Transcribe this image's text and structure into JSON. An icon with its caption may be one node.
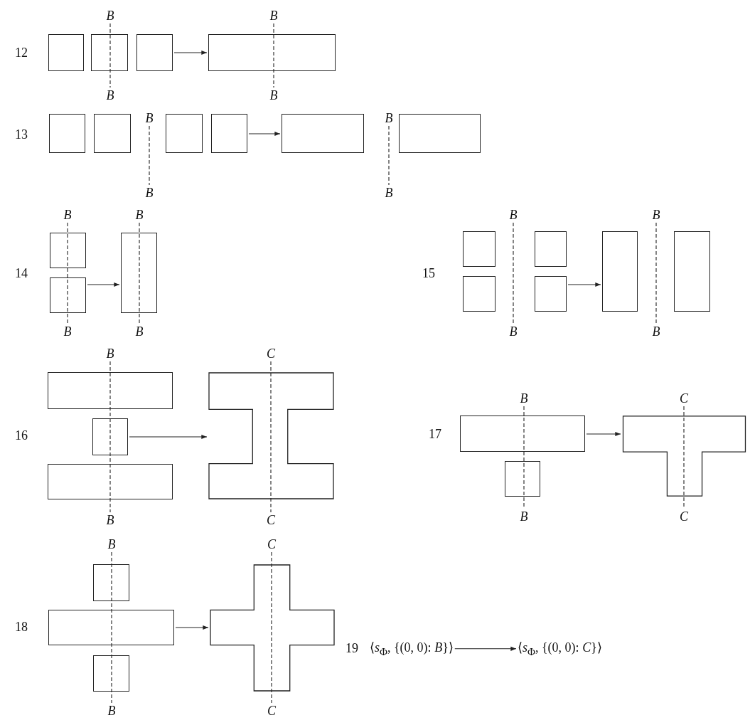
{
  "diagram": {
    "nodes": [
      {
        "text": [],
        "shape": "box"
      },
      {
        "text": [],
        "shape": "box"
      },
      {
        "text": [],
        "shape": "box"
      },
      {
        "text": [],
        "shape": "box"
      },
      {
        "text": [],
        "shape": "box"
      },
      {
        "text": [],
        "shape": "box"
      },
      {
        "text": [],
        "shape": "box"
      },
      {
        "text": [],
        "shape": "box"
      },
      {
        "text": [],
        "shape": "box"
      },
      {
        "text": [],
        "shape": "box"
      },
      {
        "text": [],
        "shape": "box"
      },
      {
        "text": [],
        "shape": "box"
      },
      {
        "text": [],
        "shape": "box"
      },
      {
        "text": [],
        "shape": "box"
      },
      {
        "text": [],
        "shape": "box"
      },
      {
        "text": [],
        "shape": "box"
      },
      {
        "text": [],
        "shape": "box"
      },
      {
        "text": [],
        "shape": "box"
      },
      {
        "text": [],
        "shape": "box"
      },
      {
        "text": [],
        "shape": "box"
      },
      {
        "text": [],
        "shape": "box"
      },
      {
        "text": [],
        "shape": "box"
      },
      {
        "text": [],
        "shape": "polygon"
      },
      {
        "text": [],
        "shape": "box"
      },
      {
        "text": [],
        "shape": "box"
      },
      {
        "text": [],
        "shape": "polygon"
      },
      {
        "text": [],
        "shape": "box"
      },
      {
        "text": [],
        "shape": "box"
      },
      {
        "text": [],
        "shape": "box"
      },
      {
        "text": [],
        "shape": "cross"
      },
      {
        "text": [
          "⟨*s*$_{Φ}$, {(0, 0): *B*}⟩"
        ]
      },
      {
        "text": [
          "⟨*s*$_{Φ}$, {(0, 0): *C*}⟩"
        ]
      }
    ],
    "edges": [
      {
        "from": 2,
        "to": 3,
        "arrow": "to"
      },
      {
        "from": 7,
        "to": 8,
        "arrow": "to"
      },
      {
        "from": 11,
        "to": 12,
        "arrow": "to"
      },
      {
        "from": 16,
        "to": 17,
        "arrow": "to"
      },
      {
        "from": 20,
        "to": 22,
        "arrow": "to"
      },
      {
        "from": 23,
        "to": 25,
        "arrow": "to"
      },
      {
        "from": 27,
        "to": 29,
        "arrow": "to"
      },
      {
        "from": 30,
        "to": 31,
        "arrow": "to"
      }
    ],
    "labels": [
      "12",
      "B",
      "B",
      "B",
      "B",
      "13",
      "B",
      "B",
      "B",
      "B",
      "14",
      "B",
      "B",
      "B",
      "B",
      "15",
      "B",
      "B",
      "B",
      "B",
      "16",
      "B",
      "C",
      "B",
      "C",
      "17",
      "B",
      "C",
      "B",
      "C",
      "18",
      "B",
      "C",
      "B",
      "C",
      "19"
    ]
  }
}
